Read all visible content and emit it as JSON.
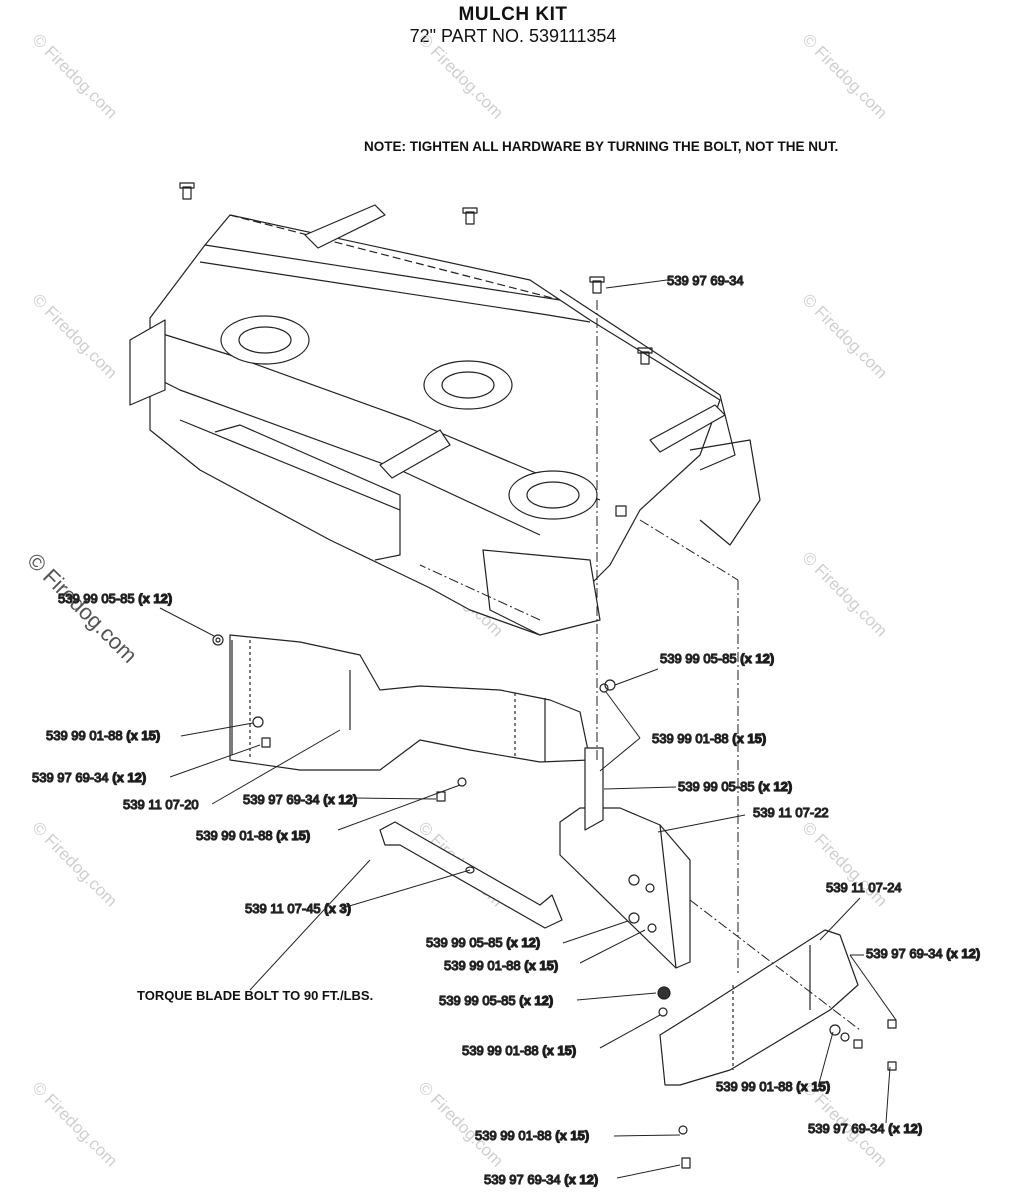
{
  "header": {
    "title": "MULCH KIT",
    "subtitle": "72\" PART NO. 539111354"
  },
  "note": "NOTE: TIGHTEN ALL HARDWARE BY TURNING THE BOLT, NOT THE NUT.",
  "torque_note": "TORQUE BLADE BOLT TO 90 FT./LBS.",
  "watermark": "© Firedog.com",
  "callouts": [
    {
      "id": "c1",
      "part": "539 97 69-34",
      "qty": ""
    },
    {
      "id": "c2",
      "part": "539 99 05-85",
      "qty": "(x 12)"
    },
    {
      "id": "c3",
      "part": "539 99 05-85",
      "qty": "(x 12)"
    },
    {
      "id": "c4",
      "part": "539 99 01-88",
      "qty": "(x 15)"
    },
    {
      "id": "c5",
      "part": "539 99 01-88",
      "qty": "(x 15)"
    },
    {
      "id": "c6",
      "part": "539 97 69-34",
      "qty": "(x 12)"
    },
    {
      "id": "c7",
      "part": "539 99 05-85",
      "qty": "(x 12)"
    },
    {
      "id": "c8",
      "part": "539 11 07-20",
      "qty": ""
    },
    {
      "id": "c9",
      "part": "539 97 69-34",
      "qty": "(x 12)"
    },
    {
      "id": "c10",
      "part": "539 11 07-22",
      "qty": ""
    },
    {
      "id": "c11",
      "part": "539 99 01-88",
      "qty": "(x 15)"
    },
    {
      "id": "c12",
      "part": "539 11 07-24",
      "qty": ""
    },
    {
      "id": "c13",
      "part": "539 11 07-45",
      "qty": "(x 3)"
    },
    {
      "id": "c14",
      "part": "539 97 69-34",
      "qty": "(x 12)"
    },
    {
      "id": "c15",
      "part": "539 99 05-85",
      "qty": "(x 12)"
    },
    {
      "id": "c16",
      "part": "539 99 01-88",
      "qty": "(x 15)"
    },
    {
      "id": "c17",
      "part": "539 99 05-85",
      "qty": "(x 12)"
    },
    {
      "id": "c18",
      "part": "539 99 01-88",
      "qty": "(x 15)"
    },
    {
      "id": "c19",
      "part": "539 99 01-88",
      "qty": "(x 15)"
    },
    {
      "id": "c20",
      "part": "539 99 01-88",
      "qty": "(x 15)"
    },
    {
      "id": "c21",
      "part": "539 97 69-34",
      "qty": "(x 12)"
    },
    {
      "id": "c22",
      "part": "539 97 69-34",
      "qty": "(x 12)"
    }
  ]
}
